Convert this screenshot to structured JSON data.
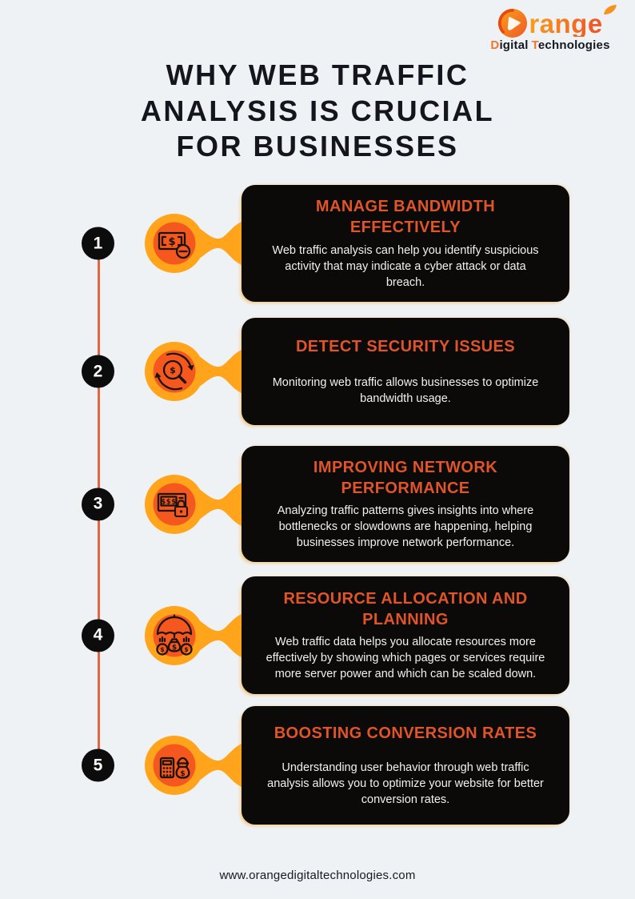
{
  "brand": {
    "name": "Orange",
    "tagline_words": [
      "Digital",
      "Technologies"
    ]
  },
  "title_lines": [
    "WHY WEB TRAFFIC",
    "ANALYSIS IS CRUCIAL",
    "FOR BUSINESSES"
  ],
  "items": [
    {
      "number": "1",
      "icon": "banknote-minus-icon",
      "title": "MANAGE BANDWIDTH EFFECTIVELY",
      "description": "Web traffic analysis can help you identify suspicious activity that may indicate a cyber attack or data breach."
    },
    {
      "number": "2",
      "icon": "search-dollar-icon",
      "title": "DETECT SECURITY ISSUES",
      "description": "Monitoring web traffic allows businesses to optimize bandwidth usage."
    },
    {
      "number": "3",
      "icon": "secure-payment-lock-icon",
      "title": "IMPROVING NETWORK PERFORMANCE",
      "description": "Analyzing traffic patterns gives insights into where bottlenecks or slowdowns are happening, helping businesses improve network performance."
    },
    {
      "number": "4",
      "icon": "umbrella-money-icon",
      "title": "RESOURCE ALLOCATION AND PLANNING",
      "description": "Web traffic data helps you allocate resources more effectively by showing which pages or services require more server power and which can be scaled down."
    },
    {
      "number": "5",
      "icon": "calculator-money-bag-icon",
      "title": "BOOSTING CONVERSION RATES",
      "description": "Understanding user behavior through web traffic analysis allows you to optimize your website for better conversion rates."
    }
  ],
  "footer": {
    "url": "www.orangedigitaltechnologies.com"
  },
  "colors": {
    "background": "#eff2f5",
    "card_background": "#0b0a08",
    "card_title": "#e05429",
    "card_text": "#f1f1f1",
    "accent_orange": "#f4581f",
    "bubble_ring": "#ffa41b",
    "timeline_line": "#e0673f",
    "number_badge": "#0c0c0c",
    "heading_text": "#15161d"
  }
}
